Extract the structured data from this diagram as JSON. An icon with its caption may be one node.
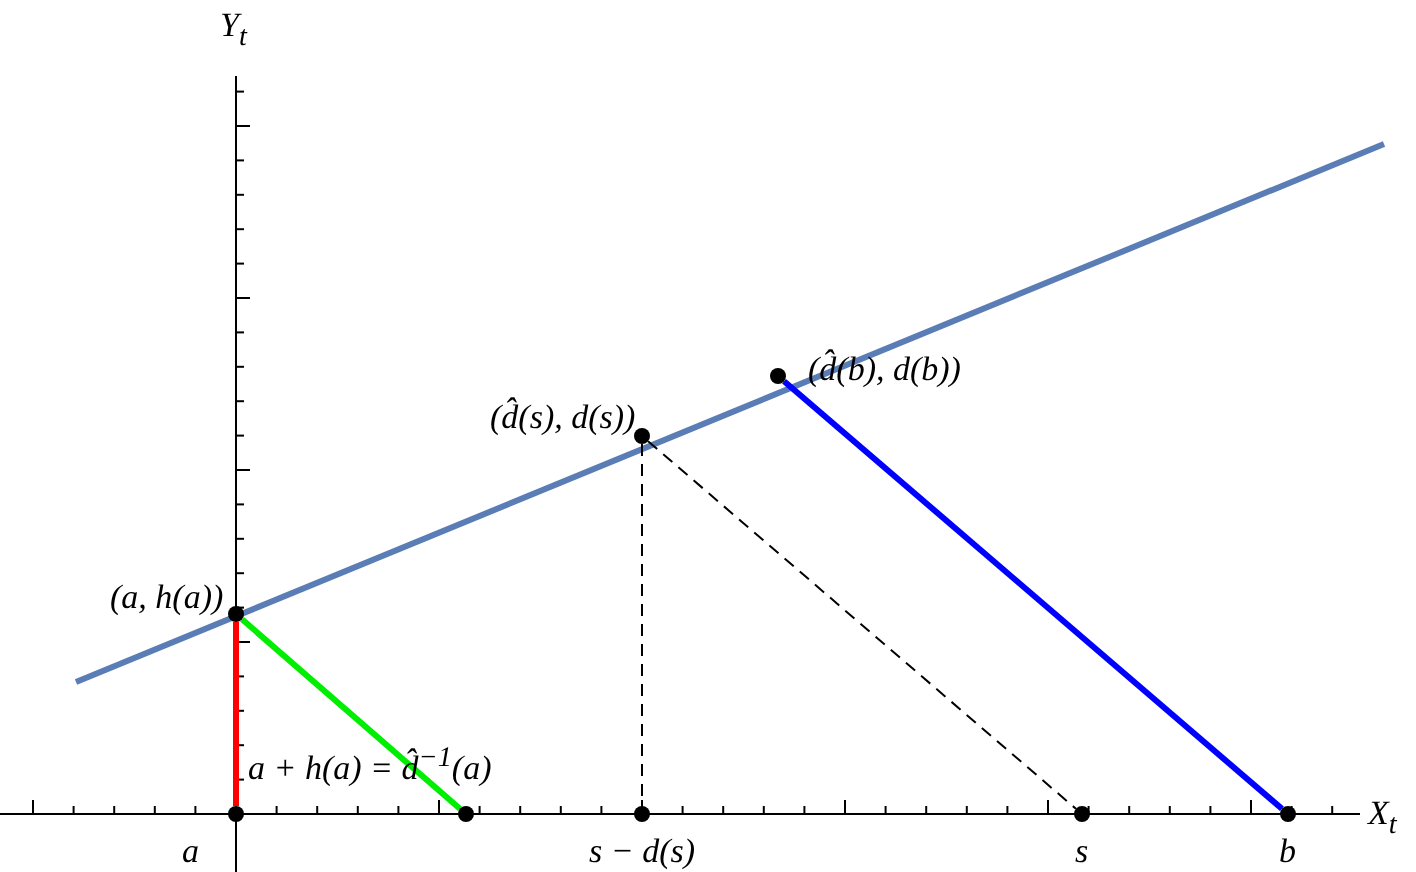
{
  "diagram": {
    "nodes": [
      {
        "text": [],
        "shape": "circle",
        "beside": [
          "(a, h(a))"
        ]
      },
      {
        "text": [],
        "shape": "circle",
        "beside": [
          "a"
        ]
      },
      {
        "text": [],
        "shape": "circle",
        "beside": [
          "a + h(a) = d̂$^{−1}$(a)"
        ]
      },
      {
        "text": [],
        "shape": "circle",
        "beside": [
          "(d̂(s), d(s))"
        ]
      },
      {
        "text": [],
        "shape": "circle",
        "beside": [
          "s − d(s)"
        ]
      },
      {
        "text": [],
        "shape": "circle",
        "beside": [
          "s"
        ]
      },
      {
        "text": [],
        "shape": "circle",
        "beside": [
          "(d̂(b), d(b))"
        ]
      },
      {
        "text": [],
        "shape": "circle",
        "beside": [
          "b"
        ]
      }
    ],
    "edges": [
      {
        "from": 0,
        "to": 1,
        "arrow": "none",
        "color": "#ff0000"
      },
      {
        "from": 0,
        "to": 2,
        "arrow": "none",
        "color": "#00ee00"
      },
      {
        "from": 3,
        "to": 4,
        "arrow": "none",
        "style": "dashed"
      },
      {
        "from": 3,
        "to": 5,
        "arrow": "none",
        "style": "dashed"
      },
      {
        "from": 6,
        "to": 7,
        "arrow": "none",
        "color": "#0000ff"
      }
    ],
    "labels": [
      "Y$_{t}$",
      "X$_{t}$"
    ]
  }
}
